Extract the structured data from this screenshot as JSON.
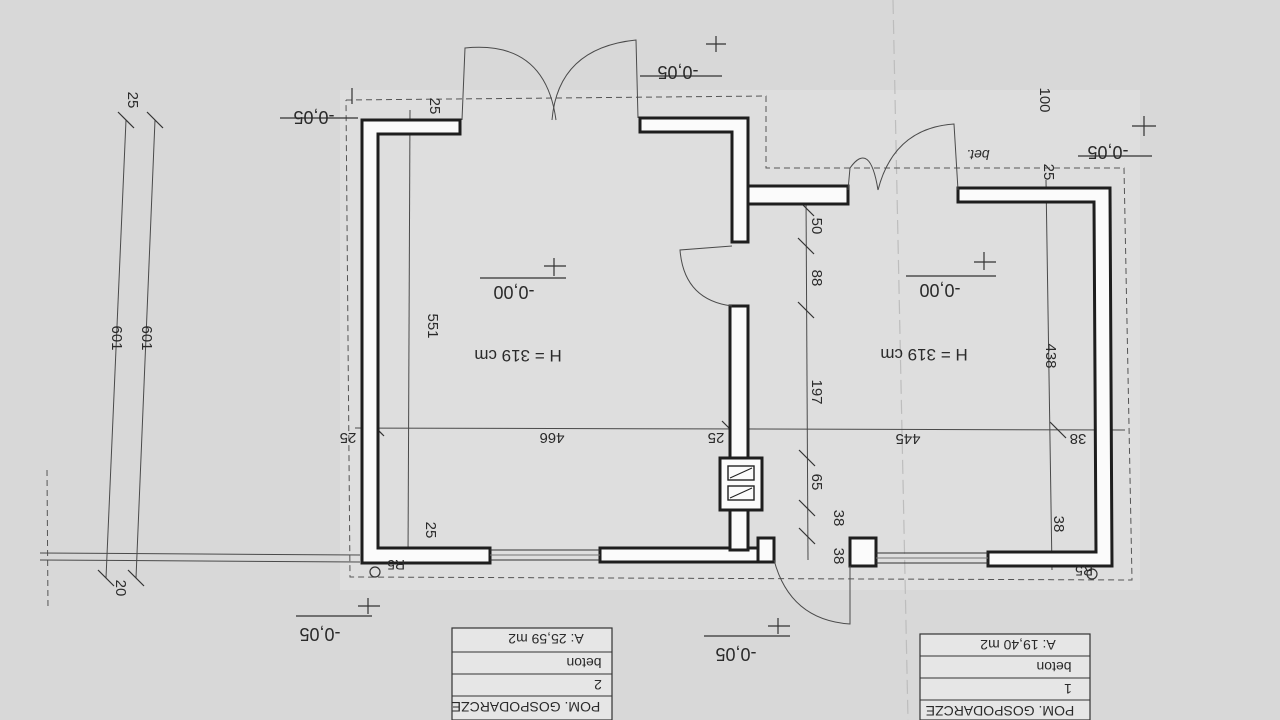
{
  "dimensions": {
    "top_25": "25",
    "left_bottom_25": "25",
    "bottom_20": "20",
    "left_601_a": "601",
    "left_601_b": "601",
    "room2_551": "551",
    "room2_25_top": "25",
    "room2_25_bottom": "25",
    "wall_left_25": "25",
    "room2_width_466": "466",
    "mid_wall_25": "25",
    "room1_width_445": "445",
    "right_38": "38",
    "right_100": "100",
    "right_25": "25",
    "room1_438": "438",
    "room1_38": "38",
    "chain_50": "50",
    "chain_88": "88",
    "chain_197": "197",
    "chain_65": "65",
    "chain_38_a": "38",
    "chain_38_b": "38"
  },
  "levels": {
    "top_left": "-0,05",
    "top_door": "-0,05",
    "top_right": "-0,05",
    "room2_floor": "-0,00",
    "room1_floor": "-0,00",
    "bottom_left": "-0,05",
    "bottom_door": "-0,05"
  },
  "labels": {
    "room2_height": "H = 319 cm",
    "room1_height": "H = 319 cm",
    "bet": "bet.",
    "r5_left": "R5",
    "r5_right": "R5"
  },
  "room_tables": [
    {
      "name": "POM. GOSPODARCZE",
      "number": "2",
      "floor": "beton",
      "area": "A: 25,59 m2"
    },
    {
      "name": "POM. GOSPODARCZE",
      "number": "1",
      "floor": "beton",
      "area": "A: 19,40 m2"
    }
  ]
}
